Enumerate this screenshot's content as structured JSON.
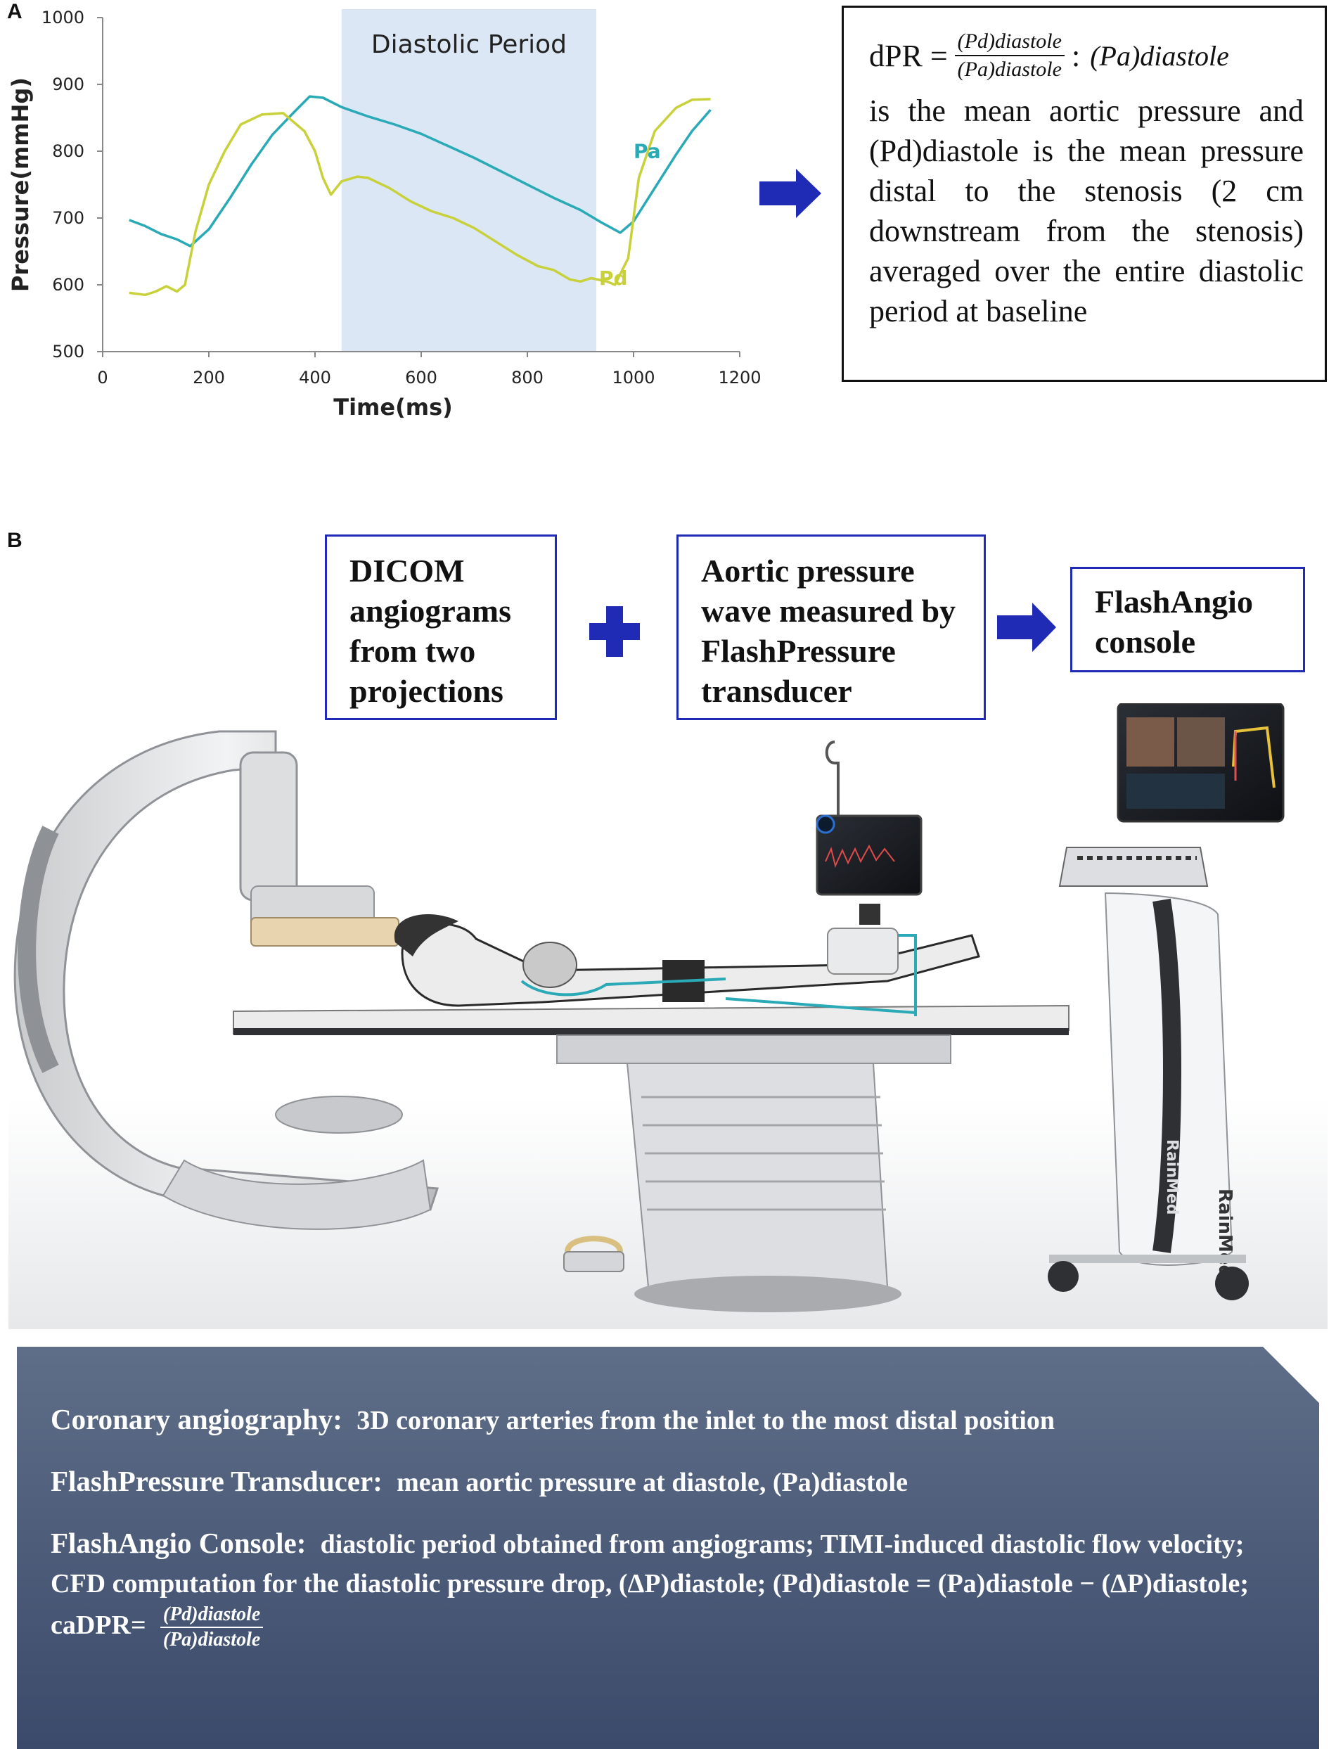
{
  "panels": {
    "a_label": "A",
    "b_label": "B"
  },
  "chart_data": {
    "type": "line",
    "title": "",
    "band_label": "Diastolic Period",
    "band": [
      450,
      930
    ],
    "xlabel": "Time(ms)",
    "ylabel": "Pressure(mmHg)",
    "xlim": [
      0,
      1200
    ],
    "ylim": [
      500,
      1000
    ],
    "xticks": [
      0,
      200,
      400,
      600,
      800,
      1000,
      1200
    ],
    "yticks": [
      500,
      600,
      700,
      800,
      900,
      1000
    ],
    "series": [
      {
        "name": "Pa",
        "color": "#2aa9b6",
        "x": [
          50,
          80,
          110,
          140,
          165,
          200,
          240,
          280,
          320,
          360,
          390,
          415,
          450,
          500,
          550,
          600,
          650,
          700,
          750,
          800,
          850,
          900,
          940,
          975,
          1000,
          1040,
          1080,
          1110,
          1145
        ],
        "y": [
          697,
          688,
          676,
          668,
          658,
          683,
          730,
          780,
          825,
          858,
          882,
          880,
          866,
          852,
          840,
          826,
          808,
          790,
          770,
          750,
          730,
          712,
          693,
          678,
          695,
          745,
          795,
          830,
          862
        ]
      },
      {
        "name": "Pd",
        "color": "#c8d13a",
        "x": [
          50,
          80,
          100,
          120,
          140,
          155,
          175,
          200,
          230,
          260,
          300,
          340,
          380,
          400,
          415,
          430,
          450,
          480,
          500,
          540,
          580,
          620,
          660,
          700,
          740,
          780,
          820,
          850,
          880,
          900,
          920,
          950,
          965,
          990,
          1010,
          1040,
          1080,
          1110,
          1145
        ],
        "y": [
          588,
          585,
          590,
          598,
          590,
          600,
          680,
          750,
          800,
          840,
          855,
          857,
          830,
          800,
          760,
          735,
          755,
          762,
          760,
          745,
          725,
          710,
          700,
          685,
          665,
          645,
          628,
          622,
          608,
          605,
          610,
          605,
          600,
          640,
          760,
          830,
          865,
          877,
          878
        ]
      }
    ]
  },
  "formula": {
    "lhs": "dPR =",
    "frac_num": "(Pd)diastole",
    "frac_den": "(Pa)diastole",
    "colon": ":",
    "pa_term": "(Pa)diastole",
    "text": "is the mean aortic pressure and (Pd)diastole is the mean pressure distal to the stenosis (2 cm downstream from the stenosis) averaged over the entire diastolic period at baseline"
  },
  "boxes": {
    "dicom": "DICOM angiograms from two projections",
    "aortic": "Aortic pressure wave measured by FlashPressure transducer",
    "console": "FlashAngio console"
  },
  "equipment": {
    "brand_a": "RainMed",
    "brand_b": "RainMed"
  },
  "summary": {
    "line1_head": "Coronary angiography:",
    "line1_body": "3D coronary arteries from the inlet to the most distal position",
    "line2_head": "FlashPressure Transducer:",
    "line2_body": "mean aortic pressure at diastole, (Pa)diastole",
    "line3_head": "FlashAngio Console:",
    "line3_body": "diastolic period obtained from angiograms; TIMI-induced diastolic flow velocity; CFD computation for the diastolic pressure drop, (ΔP)diastole; (Pd)diastole = (Pa)diastole − (ΔP)diastole; caDPR=",
    "frac_num": "(Pd)diastole",
    "frac_den": "(Pa)diastole"
  },
  "colors": {
    "accent_blue": "#1f2bb5",
    "summary_top": "#5f6e88",
    "summary_bottom": "#3b4a6a",
    "band": "#dce7f5"
  }
}
